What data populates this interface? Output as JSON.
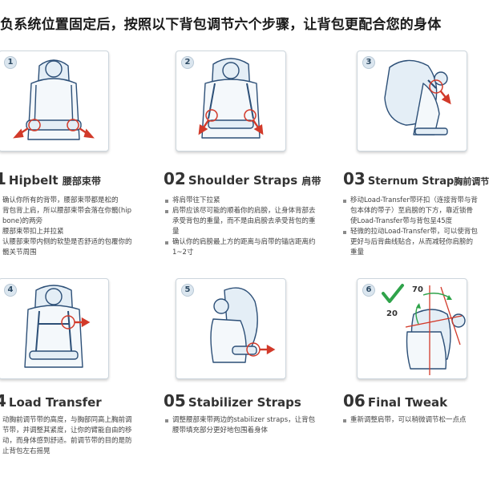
{
  "headline": "负系统位置固定后，按照以下背包调节六个步骤，让背包更配合您的身体",
  "steps": [
    {
      "badge": "1",
      "num": "1",
      "title": "Hipbelt",
      "title_cn": "腰部束带",
      "bullets": [
        "确认你所有的背带，腰部束带都是松的",
        "背包背上肩，所以腰部束带会落在你髋(hip bone)的两旁",
        "腰部束带扣上并拉紧",
        "认腰部束带内侧的软垫是否舒适的包覆你的髋关节周围"
      ]
    },
    {
      "badge": "2",
      "num": "02",
      "title": "Shoulder Straps",
      "title_cn": "肩带",
      "bullets": [
        "将肩带往下拉紧",
        "肩带应该尽可能的顺着你的肩膀，让身体背部去承受背包的重量，而不是由肩膀去承受背包的重量",
        "确认你的肩膀最上方的距离与肩带的锚店距离约1~2寸"
      ]
    },
    {
      "badge": "3",
      "num": "03",
      "title": "Sternum Strap",
      "title_cn": "胸前调节",
      "bullets": [
        "移动Load-Transfer带环扣（连接背带与背包本体的带子）至肩膀的下方，靠近锁骨使Load-Transfer带与背包呈45度",
        "轻微的拉动Load-Transfer带，可以使背包更好与后背曲线贴合，从而减轻你肩膀的重量"
      ]
    },
    {
      "badge": "4",
      "num": "4",
      "title": "Load Transfer",
      "title_cn": "",
      "bullets": [
        "动胸前调节带的高度，与胸部同高上胸前调节带，并调整其紧度，让你的臂能自由的移动，而身体感到舒适。前调节带的目的是防止背包左右摇晃"
      ]
    },
    {
      "badge": "5",
      "num": "05",
      "title": "Stabilizer Straps",
      "title_cn": "",
      "bullets": [
        "调整腰部束带两边的stabilizer straps，让背包腰带填充部分更好地包围着身体"
      ]
    },
    {
      "badge": "6",
      "num": "06",
      "title": "Final Tweak",
      "title_cn": "",
      "angle_a": "70",
      "angle_b": "20",
      "bullets": [
        "重新调整肩带，可以稍微调节松一点点"
      ]
    }
  ],
  "colors": {
    "accent_red": "#d23a2a",
    "check_green": "#2fa34a",
    "line_blue": "#2c4f77",
    "fill_blue": "#e4eef6"
  }
}
